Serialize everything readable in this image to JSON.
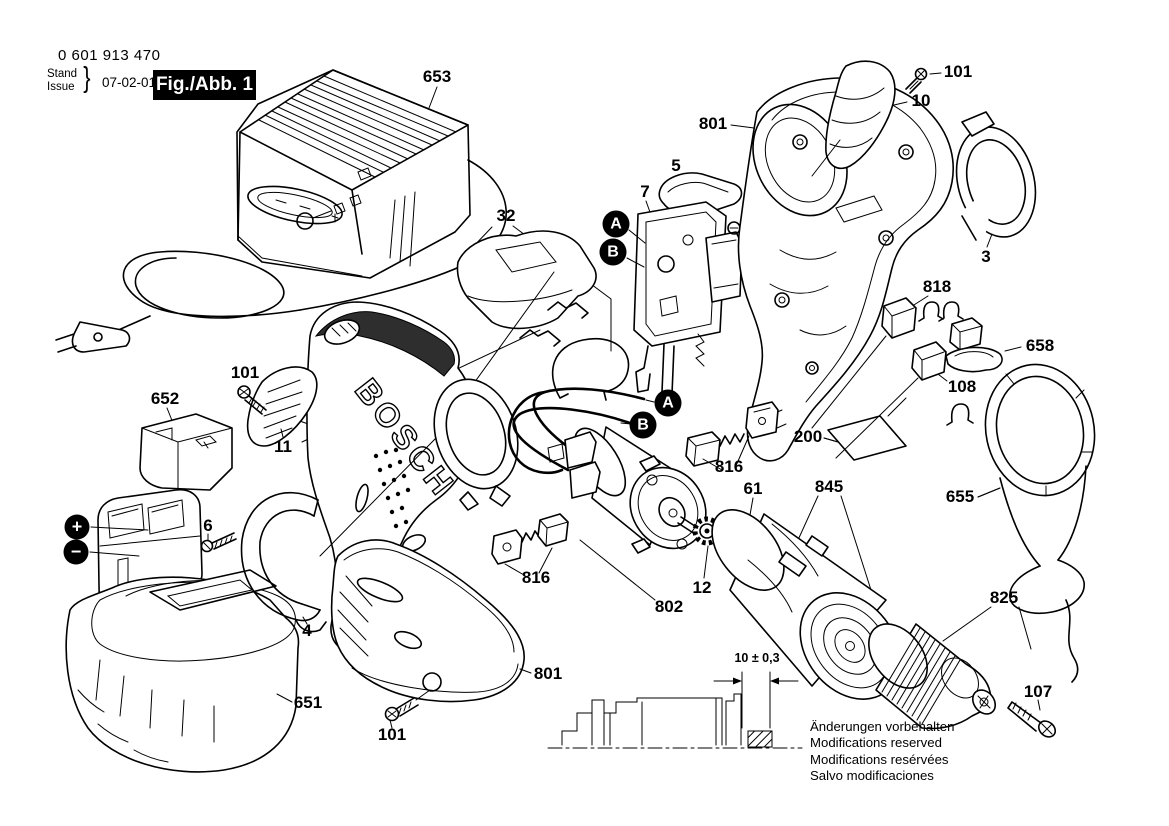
{
  "style": {
    "paper_color": "#ffffff",
    "ink_color": "#000000",
    "badge_background": "#000000",
    "badge_text_color": "#ffffff"
  },
  "header": {
    "catalog_number": "0 601 913 470",
    "revision": {
      "label_de": "Stand",
      "label_en": "Issue",
      "brace": "}",
      "date": "07-02-01"
    },
    "figure_badge": "Fig./Abb. 1"
  },
  "diagram": {
    "brand_logo": "BOSCH",
    "dimension_annotation": "10 ± 0,3",
    "wire_markers": {
      "a": "A",
      "b": "B"
    },
    "polarity_markers": {
      "plus": "+",
      "minus": "−"
    },
    "callouts": [
      {
        "part": "653"
      },
      {
        "part": "101"
      },
      {
        "part": "10"
      },
      {
        "part": "801"
      },
      {
        "part": "5"
      },
      {
        "part": "7"
      },
      {
        "part": "3"
      },
      {
        "part": "32"
      },
      {
        "part": "818"
      },
      {
        "part": "658"
      },
      {
        "part": "108"
      },
      {
        "part": "101"
      },
      {
        "part": "652"
      },
      {
        "part": "11"
      },
      {
        "part": "200"
      },
      {
        "part": "816"
      },
      {
        "part": "61"
      },
      {
        "part": "845"
      },
      {
        "part": "655"
      },
      {
        "part": "6"
      },
      {
        "part": "816"
      },
      {
        "part": "12"
      },
      {
        "part": "802"
      },
      {
        "part": "4"
      },
      {
        "part": "825"
      },
      {
        "part": "651"
      },
      {
        "part": "801"
      },
      {
        "part": "101"
      },
      {
        "part": "107"
      }
    ]
  },
  "footer": {
    "notice_lines": [
      "Änderungen vorbehalten",
      "Modifications reserved",
      "Modifications resérvées",
      "Salvo modificaciones"
    ]
  }
}
